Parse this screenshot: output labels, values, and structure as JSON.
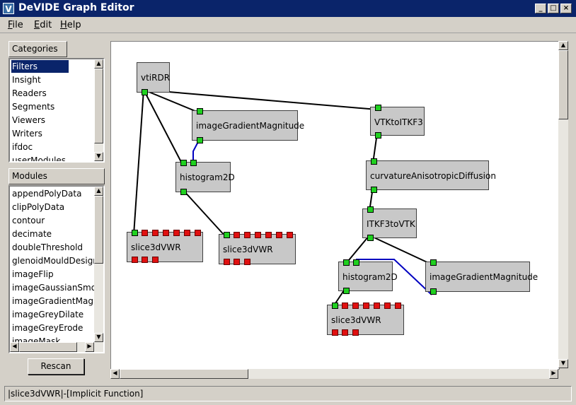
{
  "window": {
    "title": "DeVIDE Graph Editor",
    "icon_letter": "V",
    "controls": {
      "minimize": "_",
      "maximize": "□",
      "close": "×"
    }
  },
  "menu": {
    "file": "File",
    "edit": "Edit",
    "help": "Help"
  },
  "categories": {
    "header": "Categories",
    "items": [
      "Filters",
      "Insight",
      "Readers",
      "Segments",
      "Viewers",
      "Writers",
      "ifdoc",
      "userModules"
    ],
    "selected": "Filters"
  },
  "modules": {
    "header": "Modules",
    "items": [
      "appendPolyData",
      "clipPolyData",
      "contour",
      "decimate",
      "doubleThreshold",
      "glenoidMouldDesign",
      "imageFlip",
      "imageGaussianSmoo",
      "imageGradientMagnit",
      "imageGreyDilate",
      "imageGreyErode",
      "imageMask"
    ]
  },
  "rescan_label": "Rescan",
  "graph": {
    "nodes": [
      {
        "id": "vtiRDR",
        "label": "vtiRDR"
      },
      {
        "id": "igm1",
        "label": "imageGradientMagnitude"
      },
      {
        "id": "hist1",
        "label": "histogram2D"
      },
      {
        "id": "slice1",
        "label": "slice3dVWR"
      },
      {
        "id": "slice2",
        "label": "slice3dVWR"
      },
      {
        "id": "vtk2itk",
        "label": "VTKtoITKF3"
      },
      {
        "id": "cad",
        "label": "curvatureAnisotropicDiffusion"
      },
      {
        "id": "itk2vtk",
        "label": "ITKF3toVTK"
      },
      {
        "id": "hist2",
        "label": "histogram2D"
      },
      {
        "id": "igm2",
        "label": "imageGradientMagnitude"
      },
      {
        "id": "slice3",
        "label": "slice3dVWR"
      }
    ]
  },
  "status_text": "|slice3dVWR|-[Implicit Function]",
  "colors": {
    "titlebar": "#0a246a",
    "selection": "#0a246a",
    "port_in_out": "#20d020",
    "port_slice": "#e01010",
    "link_black": "#000000",
    "link_blue": "#0000c0"
  }
}
